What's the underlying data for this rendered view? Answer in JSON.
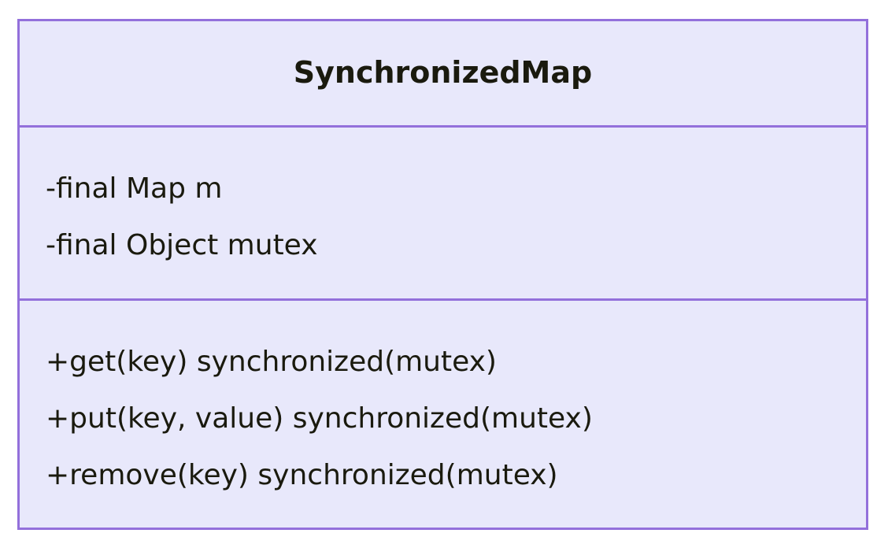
{
  "diagram": {
    "type": "uml-class-diagram",
    "background_color": "#ffffff"
  },
  "class_box": {
    "name": "SynchronizedMap",
    "fill_color": "#e8e8fb",
    "border_color": "#9370db",
    "text_color": "#1a1a0e",
    "attributes": [
      {
        "visibility": "-",
        "text": "-final Map m"
      },
      {
        "visibility": "-",
        "text": "-final Object mutex"
      }
    ],
    "methods": [
      {
        "visibility": "+",
        "text": "+get(key) synchronized(mutex)"
      },
      {
        "visibility": "+",
        "text": "+put(key, value) synchronized(mutex)"
      },
      {
        "visibility": "+",
        "text": "+remove(key) synchronized(mutex)"
      }
    ]
  }
}
